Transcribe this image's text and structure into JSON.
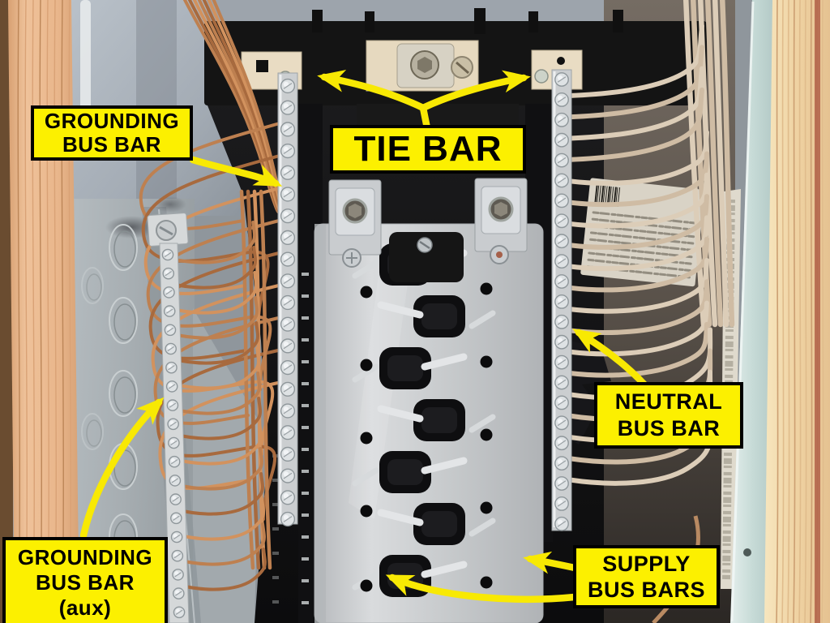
{
  "annotations": {
    "grounding_bus_bar": "GROUNDING\nBUS BAR",
    "tie_bar": "TIE BAR",
    "neutral_bus_bar": "NEUTRAL\nBUS BAR",
    "grounding_bus_bar_aux": "GROUNDING\nBUS BAR\n(aux)",
    "supply_bus_bars": "SUPPLY\nBUS BARS"
  },
  "colors": {
    "label_background": "#FCF000",
    "label_border": "#000000",
    "label_text": "#000000",
    "arrow": "#F8E903"
  }
}
